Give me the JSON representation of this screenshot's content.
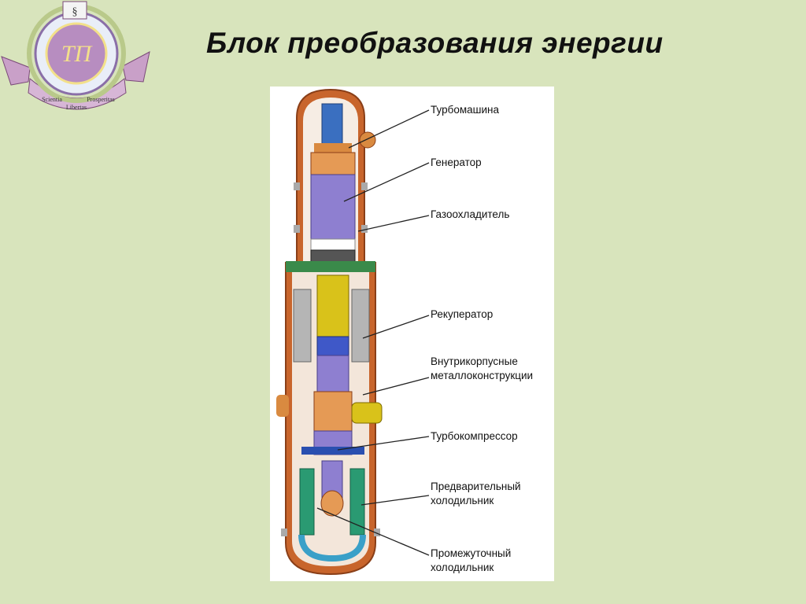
{
  "slide": {
    "title": "Блок преобразования энергии"
  },
  "logo": {
    "ribbon": [
      "Scientia",
      "Libertas",
      "Prosperitas"
    ]
  },
  "diagram": {
    "labels": [
      {
        "id": "turbomachine",
        "lines": [
          "Турбомашина"
        ]
      },
      {
        "id": "generator",
        "lines": [
          "Генератор"
        ]
      },
      {
        "id": "gas-cooler",
        "lines": [
          "Газоохладитель"
        ]
      },
      {
        "id": "recuperator",
        "lines": [
          "Рекуператор"
        ]
      },
      {
        "id": "internal-structures",
        "lines": [
          "Внутрикорпусные",
          "металлоконструкции"
        ]
      },
      {
        "id": "turbocompressor",
        "lines": [
          "Турбокомпрессор"
        ]
      },
      {
        "id": "precooler",
        "lines": [
          "Предварительный",
          "холодильник"
        ]
      },
      {
        "id": "intermediate-cooler",
        "lines": [
          "Промежуточный",
          "холодильник"
        ]
      }
    ]
  },
  "colors": {
    "background": "#d8e4bc",
    "vessel": "#c8652c",
    "generator": "#8e7fd0",
    "recuperator": "#d9c21a",
    "cooler": "#2a9a72"
  }
}
